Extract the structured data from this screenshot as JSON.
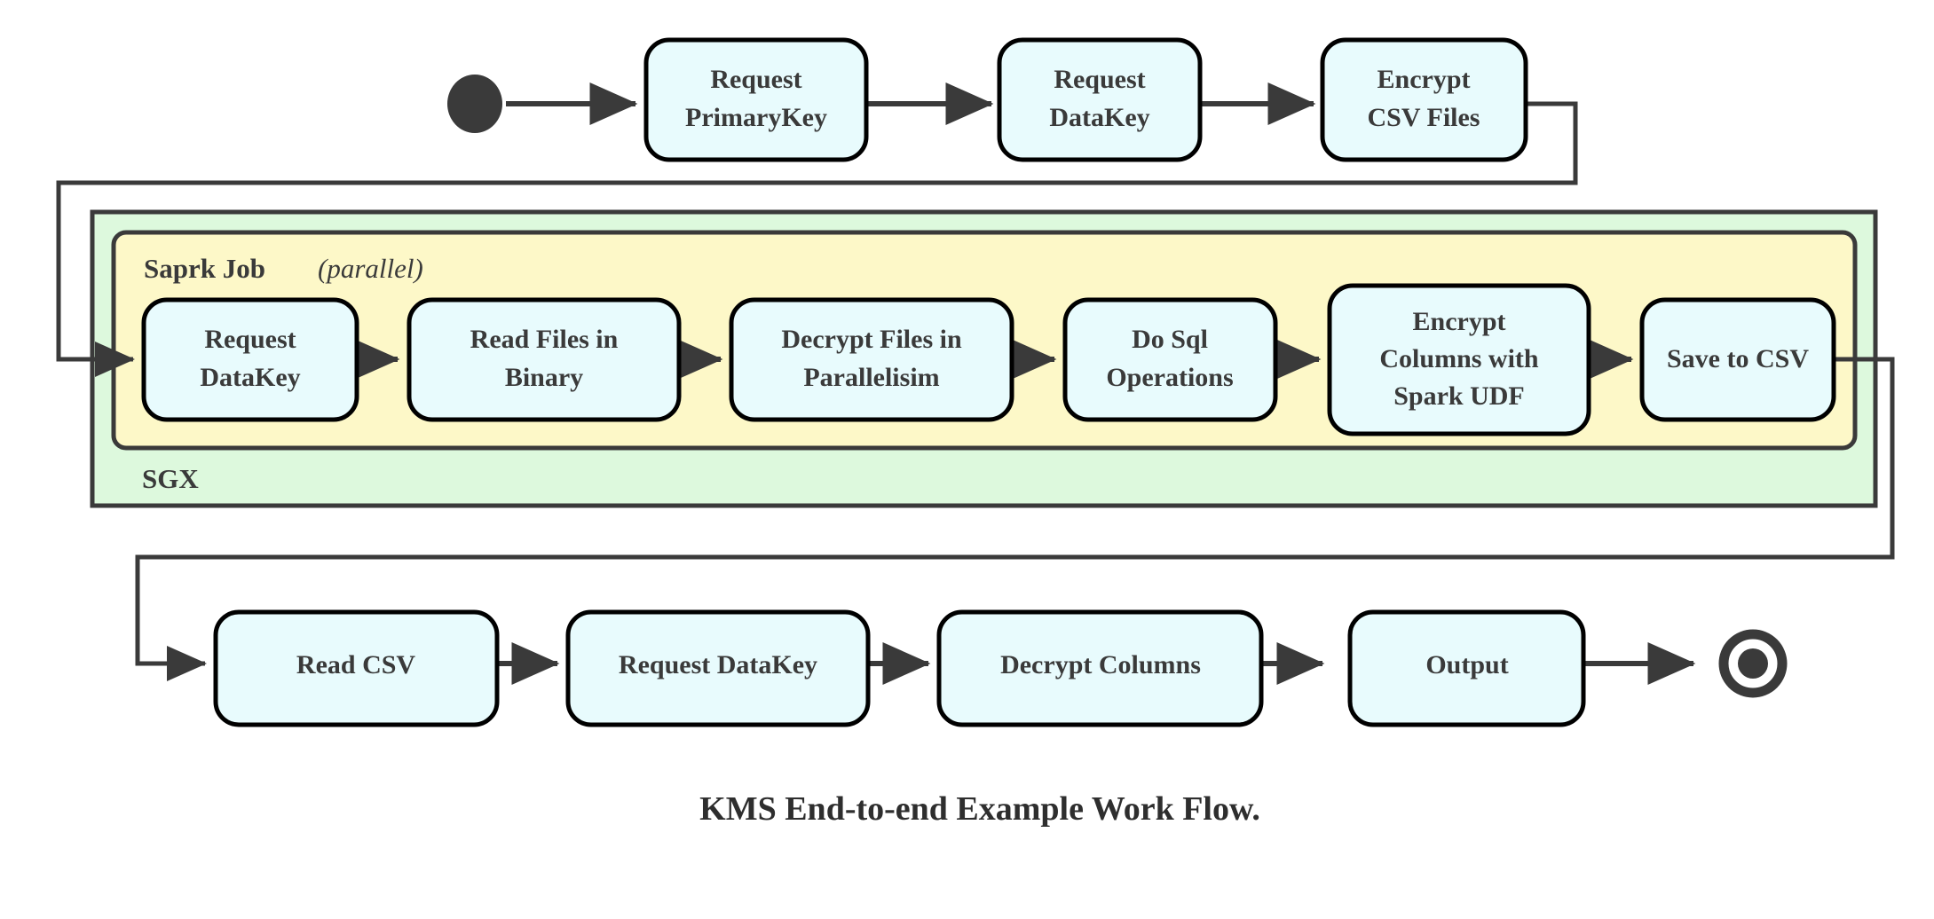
{
  "diagram": {
    "title": "KMS End-to-end Example Work Flow.",
    "type": "activity-flow-diagram",
    "colors": {
      "node_fill": "#e8fbfd",
      "node_stroke": "#000000",
      "sgx_fill": "#ddf9dd",
      "spark_fill": "#fdf8c8",
      "container_stroke": "#3a3a3a",
      "edge": "#3a3a3a",
      "text": "#3a3a3a",
      "marker_fill": "#3a3a3a"
    },
    "markers": {
      "start": "start-node-filled-circle",
      "end": "end-node-bullseye-circle"
    },
    "containers": [
      {
        "id": "sgx",
        "label": "SGX",
        "label_italic": "",
        "fill": "#ddf9dd"
      },
      {
        "id": "spark-job",
        "label": "Saprk Job",
        "label_italic": "(parallel)",
        "fill": "#fdf8c8"
      }
    ],
    "rows": [
      {
        "id": "row-top",
        "nodes": [
          {
            "id": "request-primarykey",
            "lines": [
              "Request",
              "PrimaryKey"
            ]
          },
          {
            "id": "request-datakey-top",
            "lines": [
              "Request",
              "DataKey"
            ]
          },
          {
            "id": "encrypt-csv-files",
            "lines": [
              "Encrypt",
              "CSV Files"
            ]
          }
        ]
      },
      {
        "id": "row-spark",
        "nodes": [
          {
            "id": "request-datakey-spark",
            "lines": [
              "Request",
              "DataKey"
            ]
          },
          {
            "id": "read-files-in-binary",
            "lines": [
              "Read Files in",
              "Binary"
            ]
          },
          {
            "id": "decrypt-files-in-parallelisim",
            "lines": [
              "Decrypt Files in",
              "Parallelisim"
            ]
          },
          {
            "id": "do-sql-operations",
            "lines": [
              "Do Sql",
              "Operations"
            ]
          },
          {
            "id": "encrypt-columns-with-spark-udf",
            "lines": [
              "Encrypt",
              "Columns with",
              "Spark UDF"
            ]
          },
          {
            "id": "save-to-csv",
            "lines": [
              "Save to CSV"
            ]
          }
        ]
      },
      {
        "id": "row-bottom",
        "nodes": [
          {
            "id": "read-csv",
            "lines": [
              "Read CSV"
            ]
          },
          {
            "id": "request-datakey-bottom",
            "lines": [
              "Request DataKey"
            ]
          },
          {
            "id": "decrypt-columns",
            "lines": [
              "Decrypt Columns"
            ]
          },
          {
            "id": "output",
            "lines": [
              "Output"
            ]
          }
        ]
      }
    ],
    "edge_count": 13
  }
}
